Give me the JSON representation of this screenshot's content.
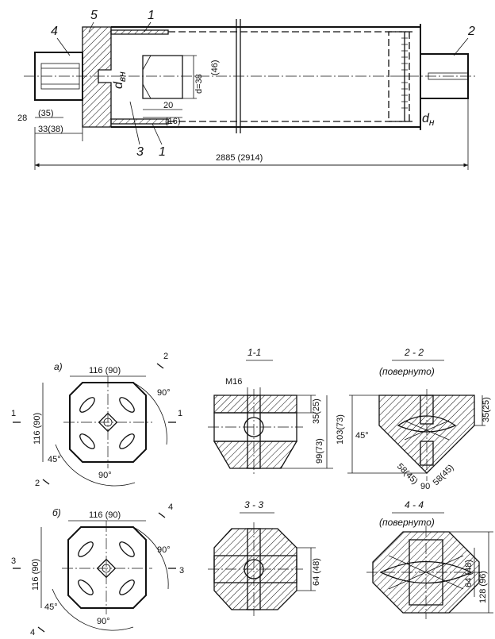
{
  "top_view": {
    "callouts": [
      "1",
      "2",
      "3",
      "1",
      "4",
      "5"
    ],
    "dims": {
      "overall": "2885 (2914)",
      "d38": "d=38",
      "d46": "(46)",
      "d20": "20",
      "d16": "(16)",
      "d28": "28",
      "d35": "(35)",
      "d33": "33(38)"
    },
    "d_inner": "d",
    "d_inner_sub": "вн",
    "d_outer": "d",
    "d_outer_sub": "н"
  },
  "sections": {
    "view_a": {
      "tag": "а)",
      "width": "116 (90)",
      "height": "116 (90)",
      "angle_top": "90°",
      "angle_bottom": "90°",
      "angle_45": "45°",
      "cut_1_left": "1",
      "cut_1_right": "1",
      "cut_2_top": "2",
      "cut_2_bottom": "2"
    },
    "view_b": {
      "tag": "б)",
      "width": "116 (90)",
      "height": "116 (90)",
      "angle_top": "90°",
      "angle_bottom": "90°",
      "angle_45": "45°",
      "cut_3_left": "3",
      "cut_3_right": "3",
      "cut_4_top": "4",
      "cut_4_bottom": "4"
    },
    "sec_1": {
      "title": "1-1",
      "thread": "M16",
      "d35": "35(25)",
      "d99": "99(73)"
    },
    "sec_2": {
      "title": "2 - 2",
      "note": "(повернуто)",
      "d103": "103(73)",
      "d35": "35(25)",
      "angle": "45°",
      "d58a": "58(45)",
      "d90": "90",
      "d58b": "58(45)"
    },
    "sec_3": {
      "title": "3 - 3",
      "d64": "64 (48)"
    },
    "sec_4": {
      "title": "4 - 4",
      "note": "(повернуто)",
      "d64": "64 (48)",
      "d128": "128 (96)"
    }
  }
}
